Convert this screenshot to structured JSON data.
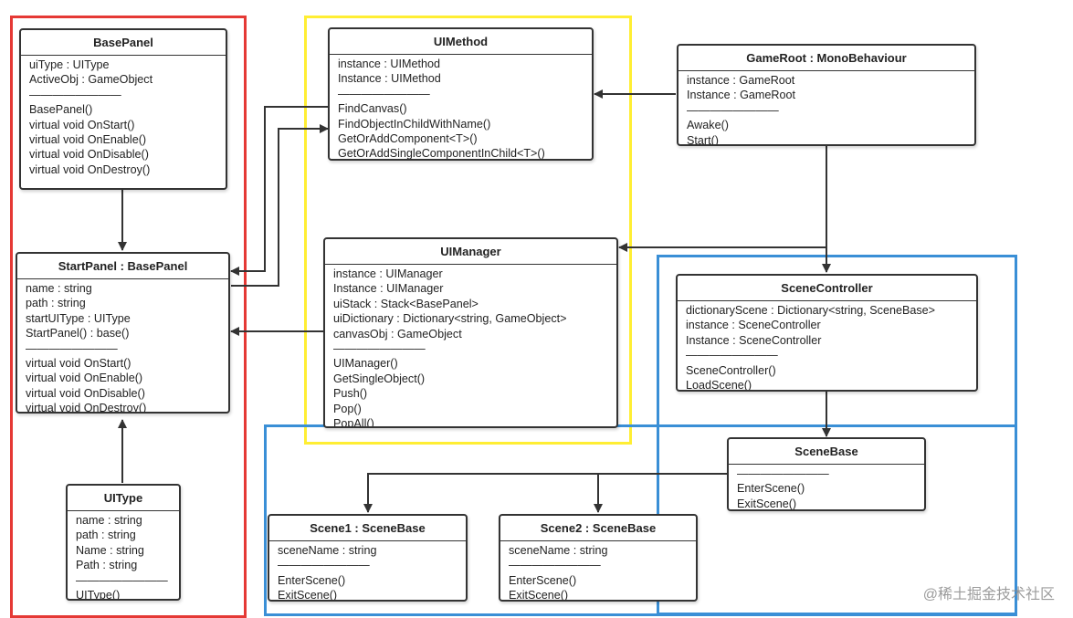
{
  "classes": {
    "basepanel": {
      "title": "BasePanel",
      "lines": [
        "uiType : UIType",
        "ActiveObj : GameObject",
        "————————",
        "BasePanel()",
        "virtual void OnStart()",
        "virtual void OnEnable()",
        "virtual void OnDisable()",
        "virtual void OnDestroy()"
      ]
    },
    "startpanel": {
      "title": "StartPanel : BasePanel",
      "lines": [
        "name : string",
        "path : string",
        "startUIType : UIType",
        "StartPanel() :  base()",
        "————————",
        "virtual void OnStart()",
        "virtual void OnEnable()",
        "virtual void OnDisable()",
        "virtual void OnDestroy()"
      ]
    },
    "uitype": {
      "title": "UIType",
      "lines": [
        "name : string",
        "path : string",
        "Name : string",
        "Path : string",
        "————————",
        "UIType()"
      ]
    },
    "uimethod": {
      "title": "UIMethod",
      "lines": [
        "instance : UIMethod",
        "Instance : UIMethod",
        "————————",
        "FindCanvas()",
        "FindObjectInChildWithName()",
        "GetOrAddComponent<T>()",
        "GetOrAddSingleComponentInChild<T>()"
      ]
    },
    "uimanager": {
      "title": "UIManager",
      "lines": [
        "instance : UIManager",
        "Instance : UIManager",
        "uiStack : Stack<BasePanel>",
        "uiDictionary : Dictionary<string, GameObject>",
        "canvasObj : GameObject",
        "————————",
        "UIManager()",
        "GetSingleObject()",
        "Push()",
        "Pop()",
        "PopAll()"
      ]
    },
    "gameroot": {
      "title": "GameRoot : MonoBehaviour",
      "lines": [
        "instance : GameRoot",
        "Instance : GameRoot",
        "————————",
        "Awake()",
        "Start()"
      ]
    },
    "scenecontroller": {
      "title": "SceneController",
      "lines": [
        "dictionaryScene : Dictionary<string, SceneBase>",
        "instance : SceneController",
        "Instance : SceneController",
        "————————",
        "SceneController()",
        "LoadScene()"
      ]
    },
    "scenebase": {
      "title": "SceneBase",
      "lines": [
        "————————",
        "EnterScene()",
        "ExitScene()"
      ]
    },
    "scene1": {
      "title": "Scene1 : SceneBase",
      "lines": [
        "sceneName : string",
        "————————",
        "EnterScene()",
        "ExitScene()"
      ]
    },
    "scene2": {
      "title": "Scene2 : SceneBase",
      "lines": [
        "sceneName : string",
        "————————",
        "EnterScene()",
        "ExitScene()"
      ]
    }
  },
  "colors": {
    "region_red": "#e53935",
    "region_yellow": "#ffee33",
    "region_blue": "#3a8fd6",
    "box_border": "#333333",
    "arrow": "#333333"
  },
  "watermark": "@稀土掘金技术社区"
}
